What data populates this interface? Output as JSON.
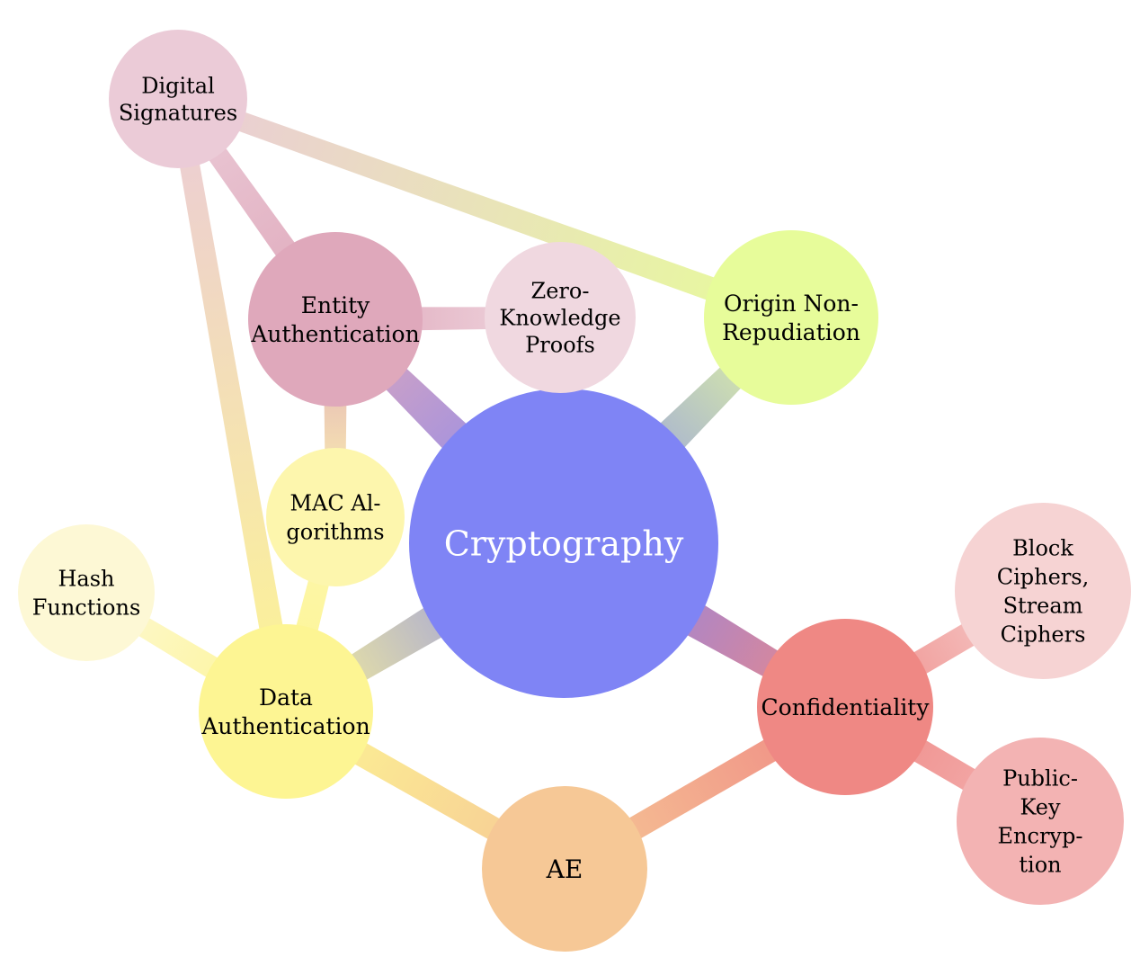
{
  "nodes": {
    "cryptography": {
      "label": [
        "Cryptography"
      ],
      "color": "#7f84f5",
      "text_color": "#ffffff"
    },
    "entity_auth": {
      "label": [
        "Entity",
        "Authentication"
      ],
      "color": "#dfa8bb",
      "text_color": "#000000"
    },
    "zero_knowledge": {
      "label": [
        "Zero-",
        "Knowledge",
        "Proofs"
      ],
      "color": "#f0d8e0",
      "text_color": "#000000"
    },
    "origin_nonrep": {
      "label": [
        "Origin Non-",
        "Repudiation"
      ],
      "color": "#e7fc9a",
      "text_color": "#000000"
    },
    "digital_signatures": {
      "label": [
        "Digital",
        "Signatures"
      ],
      "color": "#ebcbd7",
      "text_color": "#000000"
    },
    "mac_algorithms": {
      "label": [
        "MAC Al-",
        "gorithms"
      ],
      "color": "#fdf6ad",
      "text_color": "#000000"
    },
    "hash_functions": {
      "label": [
        "Hash",
        "Functions"
      ],
      "color": "#fdf8d5",
      "text_color": "#000000"
    },
    "data_auth": {
      "label": [
        "Data",
        "Authentication"
      ],
      "color": "#fdf593",
      "text_color": "#000000"
    },
    "ae": {
      "label": [
        "AE"
      ],
      "color": "#f6c896",
      "text_color": "#000000"
    },
    "confidentiality": {
      "label": [
        "Confidentiality"
      ],
      "color": "#ef8884",
      "text_color": "#000000"
    },
    "block_stream": {
      "label": [
        "Block",
        "Ciphers,",
        "Stream",
        "Ciphers"
      ],
      "color": "#f6d3d3",
      "text_color": "#000000"
    },
    "public_key": {
      "label": [
        "Public-",
        "Key",
        "Encryp-",
        "tion"
      ],
      "color": "#f3b3b3",
      "text_color": "#000000"
    }
  },
  "edges": [
    [
      "cryptography",
      "entity_auth"
    ],
    [
      "cryptography",
      "origin_nonrep"
    ],
    [
      "cryptography",
      "data_auth"
    ],
    [
      "cryptography",
      "confidentiality"
    ],
    [
      "entity_auth",
      "zero_knowledge"
    ],
    [
      "entity_auth",
      "digital_signatures"
    ],
    [
      "entity_auth",
      "mac_algorithms"
    ],
    [
      "digital_signatures",
      "origin_nonrep"
    ],
    [
      "digital_signatures",
      "data_auth"
    ],
    [
      "mac_algorithms",
      "data_auth"
    ],
    [
      "hash_functions",
      "data_auth"
    ],
    [
      "data_auth",
      "ae"
    ],
    [
      "confidentiality",
      "ae"
    ],
    [
      "confidentiality",
      "block_stream"
    ],
    [
      "confidentiality",
      "public_key"
    ]
  ]
}
